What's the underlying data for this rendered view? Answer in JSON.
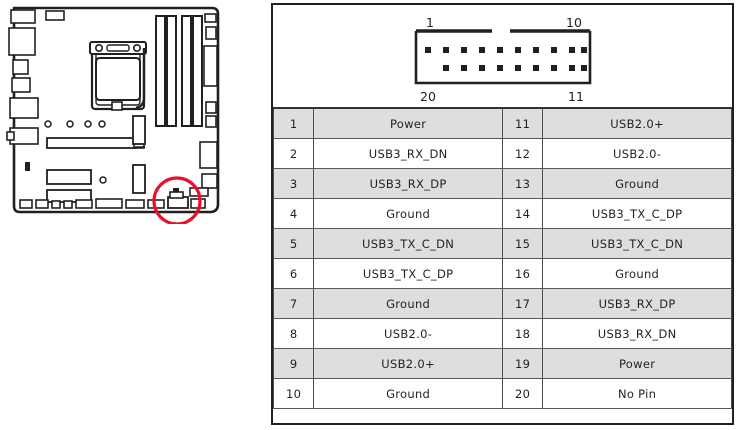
{
  "figure": {
    "board": {
      "label": "motherboard-diagram",
      "highlight_color": "#e8112d",
      "outline_color": "#231f20",
      "highlight_target": "front-usb3-header"
    },
    "connector": {
      "label": "connector-header-diagram",
      "top_left_label": "1",
      "top_right_label": "10",
      "bottom_left_label": "20",
      "bottom_right_label": "11",
      "top_row_pins": 10,
      "bottom_row_pins": 9
    }
  },
  "table": {
    "shade_color": "#dedede",
    "border_color": "#4d4d4d",
    "rows": [
      {
        "left_num": "1",
        "left_name": "Power",
        "right_num": "11",
        "right_name": "USB2.0+",
        "shaded": true
      },
      {
        "left_num": "2",
        "left_name": "USB3_RX_DN",
        "right_num": "12",
        "right_name": "USB2.0-",
        "shaded": false
      },
      {
        "left_num": "3",
        "left_name": "USB3_RX_DP",
        "right_num": "13",
        "right_name": "Ground",
        "shaded": true
      },
      {
        "left_num": "4",
        "left_name": "Ground",
        "right_num": "14",
        "right_name": "USB3_TX_C_DP",
        "shaded": false
      },
      {
        "left_num": "5",
        "left_name": "USB3_TX_C_DN",
        "right_num": "15",
        "right_name": "USB3_TX_C_DN",
        "shaded": true
      },
      {
        "left_num": "6",
        "left_name": "USB3_TX_C_DP",
        "right_num": "16",
        "right_name": "Ground",
        "shaded": false
      },
      {
        "left_num": "7",
        "left_name": "Ground",
        "right_num": "17",
        "right_name": "USB3_RX_DP",
        "shaded": true
      },
      {
        "left_num": "8",
        "left_name": "USB2.0-",
        "right_num": "18",
        "right_name": "USB3_RX_DN",
        "shaded": false
      },
      {
        "left_num": "9",
        "left_name": "USB2.0+",
        "right_num": "19",
        "right_name": "Power",
        "shaded": true
      },
      {
        "left_num": "10",
        "left_name": "Ground",
        "right_num": "20",
        "right_name": "No Pin",
        "shaded": false
      }
    ]
  }
}
